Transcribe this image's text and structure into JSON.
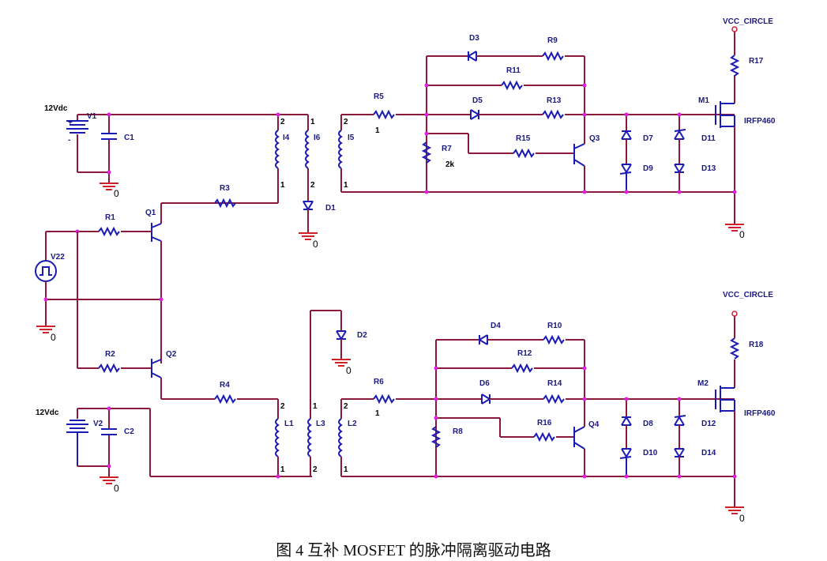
{
  "caption": "图 4  互补 MOSFET 的脉冲隔离驱动电路",
  "labels": {
    "v1_value": "12Vdc",
    "v1": "V1",
    "c1": "C1",
    "v2_value": "12Vdc",
    "v2": "V2",
    "c2": "C2",
    "v22": "V22",
    "r1": "R1",
    "r2": "R2",
    "r3": "R3",
    "r4": "R4",
    "q1": "Q1",
    "q2": "Q2",
    "l14": "I4",
    "l16": "I6",
    "l15": "I5",
    "l1": "L1",
    "l3": "L3",
    "l2": "L2",
    "d1": "D1",
    "d2": "D2",
    "r5": "R5",
    "r5_value": "1",
    "r6": "R6",
    "r6_value": "1",
    "r7": "R7",
    "r7_value": "2k",
    "r8": "R8",
    "d3": "D3",
    "r9": "R9",
    "r11": "R11",
    "d5": "D5",
    "r13": "R13",
    "r15": "R15",
    "q3": "Q3",
    "d4": "D4",
    "r10": "R10",
    "r12": "R12",
    "d6": "D6",
    "r14": "R14",
    "r16": "R16",
    "q4": "Q4",
    "d7": "D7",
    "d9": "D9",
    "d11": "D11",
    "d13": "D13",
    "d8": "D8",
    "d10": "D10",
    "d12": "D12",
    "d14": "D14",
    "m1": "M1",
    "m2": "M2",
    "m1_part": "IRFP460",
    "m2_part": "IRFP460",
    "r17": "R17",
    "r18": "R18",
    "vcc_top": "VCC_CIRCLE",
    "vcc_bottom": "VCC_CIRCLE",
    "pin1": "1",
    "pin2": "2",
    "gnd": "0"
  }
}
